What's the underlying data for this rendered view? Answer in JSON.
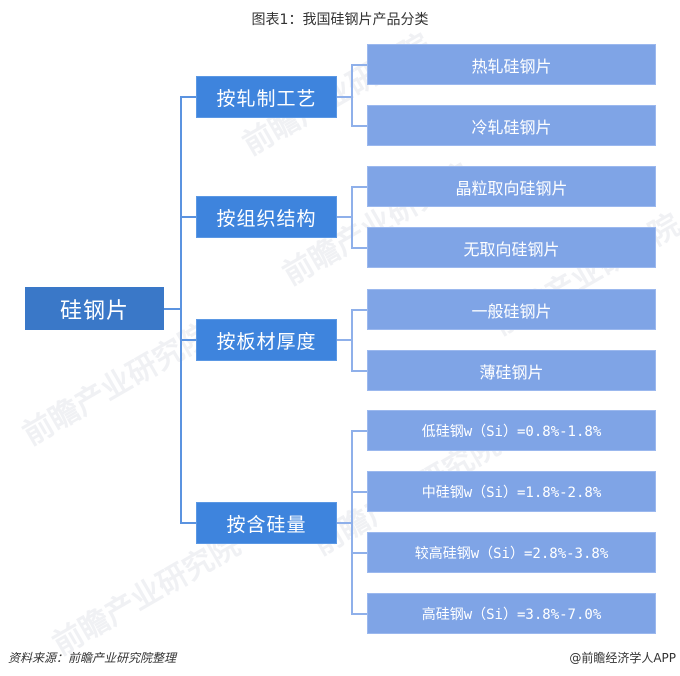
{
  "title": "图表1：我国硅钢片产品分类",
  "root": {
    "label": "硅钢片"
  },
  "categories": [
    {
      "label": "按轧制工艺",
      "children": [
        "热轧硅钢片",
        "冷轧硅钢片"
      ]
    },
    {
      "label": "按组织结构",
      "children": [
        "晶粒取向硅钢片",
        "无取向硅钢片"
      ]
    },
    {
      "label": "按板材厚度",
      "children": [
        "一般硅钢片",
        "薄硅钢片"
      ]
    },
    {
      "label": "按含硅量",
      "children": [
        "低硅钢w（Si）=0.8%-1.8%",
        "中硅钢w（Si）=1.8%-2.8%",
        "较高硅钢w（Si）=2.8%-3.8%",
        "高硅钢w（Si）=3.8%-7.0%"
      ]
    }
  ],
  "footer": {
    "source": "资料来源：前瞻产业研究院整理",
    "credit": "@前瞻经济学人APP"
  },
  "watermark": "前瞻产业研究院",
  "colors": {
    "root": "#3a78c8",
    "level1": "#3e84dd",
    "level2": "#7fa4e6",
    "connector": "#5b93e0"
  }
}
